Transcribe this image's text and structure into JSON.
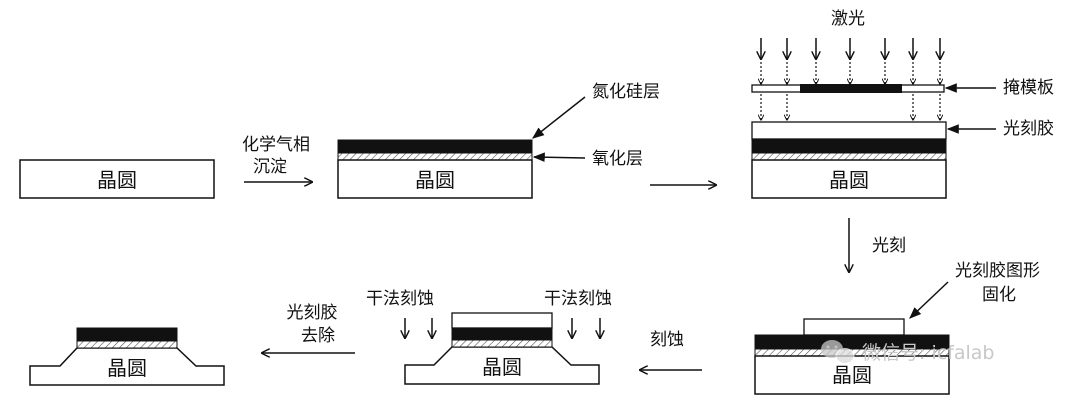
{
  "wafer_label": "晶圆",
  "step1": {
    "label_line1": "化学气相",
    "label_line2": "沉淀"
  },
  "layers": {
    "nitride": "氮化硅层",
    "oxide": "氧化层"
  },
  "exposure": {
    "light": "激光",
    "mask": "掩模板",
    "photoresist": "光刻胶"
  },
  "lithography": {
    "label": "光刻",
    "cured_line1": "光刻胶图形",
    "cured_line2": "固化"
  },
  "etch": {
    "label": "刻蚀",
    "dry_etch_left": "干法刻蚀",
    "dry_etch_right": "干法刻蚀"
  },
  "strip": {
    "label_line1": "光刻胶",
    "label_line2": "去除"
  },
  "watermark": {
    "text": "微信号: icfalab"
  },
  "colors": {
    "line": "#111111",
    "nitride_fill": "#111111",
    "watermark": "#c8c8c8"
  },
  "icons": {
    "watermark_logo": "wechat-logo-icon"
  }
}
